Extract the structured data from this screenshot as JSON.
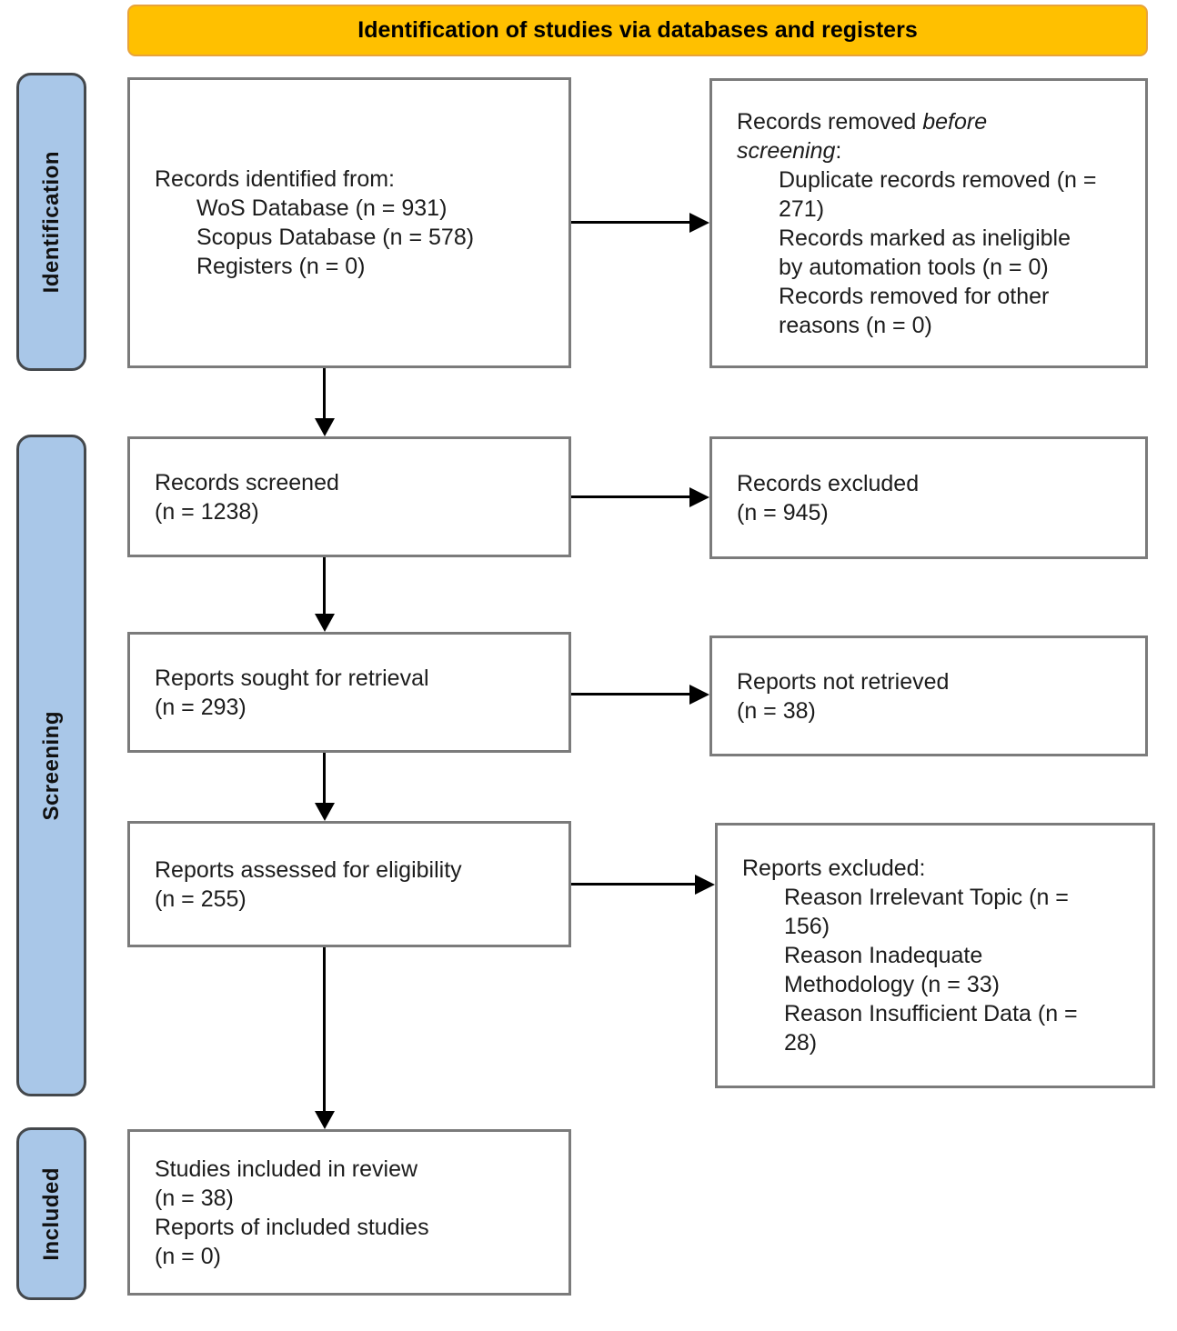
{
  "title": "Identification of studies via databases and registers",
  "stages": {
    "identification": "Identification",
    "screening": "Screening",
    "included": "Included"
  },
  "boxes": {
    "records_identified": {
      "header": "Records identified from:",
      "items": [
        "WoS Database (n = 931)",
        "Scopus Database (n = 578)",
        "Registers (n = 0)"
      ]
    },
    "records_removed": {
      "header_prefix": "Records removed ",
      "header_italic": "before screening",
      "header_suffix": ":",
      "items": [
        "Duplicate records removed (n = 271)",
        "Records marked as ineligible by automation tools (n = 0)",
        "Records removed for other reasons (n = 0)"
      ]
    },
    "records_screened": {
      "lines": [
        "Records screened",
        "(n = 1238)"
      ]
    },
    "records_excluded": {
      "lines": [
        "Records excluded",
        "(n = 945)"
      ]
    },
    "reports_sought": {
      "lines": [
        "Reports sought for retrieval",
        "(n = 293)"
      ]
    },
    "reports_not_retrieved": {
      "lines": [
        "Reports not retrieved",
        "(n = 38)"
      ]
    },
    "reports_assessed": {
      "lines": [
        "Reports assessed for eligibility",
        "(n = 255)"
      ]
    },
    "reports_excluded": {
      "header": "Reports excluded:",
      "items": [
        "Reason Irrelevant Topic (n = 156)",
        "Reason Inadequate Methodology (n = 33)",
        "Reason Insufficient Data (n = 28)"
      ]
    },
    "studies_included": {
      "lines": [
        "Studies included in review",
        "(n = 38)",
        "Reports of included studies",
        "(n = 0)"
      ]
    }
  },
  "colors": {
    "banner_fill": "#FFC000",
    "stage_fill": "#A9C7E8",
    "box_border": "#7B7B7B",
    "arrow": "#000000"
  }
}
